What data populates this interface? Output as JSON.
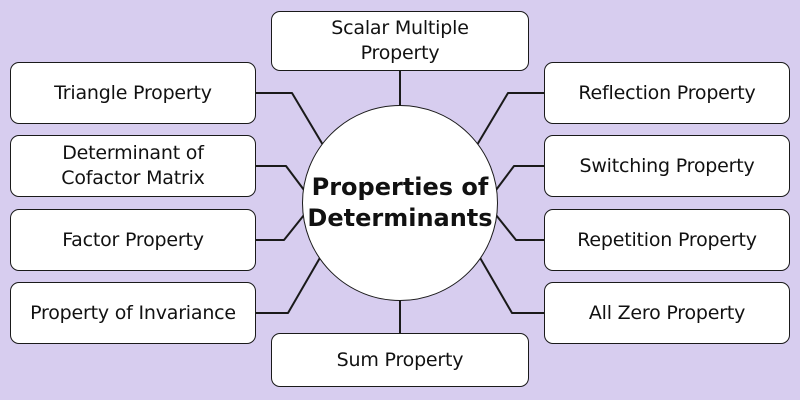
{
  "diagram": {
    "center": {
      "label": "Properties of\nDeterminants"
    },
    "top": {
      "label": "Scalar Multiple\nProperty"
    },
    "bottom": {
      "label": "Sum Property"
    },
    "left": [
      {
        "label": "Triangle Property"
      },
      {
        "label": "Determinant of\nCofactor Matrix"
      },
      {
        "label": "Factor Property"
      },
      {
        "label": "Property of Invariance"
      }
    ],
    "right": [
      {
        "label": "Reflection Property"
      },
      {
        "label": "Switching Property"
      },
      {
        "label": "Repetition Property"
      },
      {
        "label": "All Zero Property"
      }
    ]
  },
  "colors": {
    "background": "#d7cdef",
    "node_fill": "#ffffff",
    "stroke": "#1a1a1a"
  }
}
